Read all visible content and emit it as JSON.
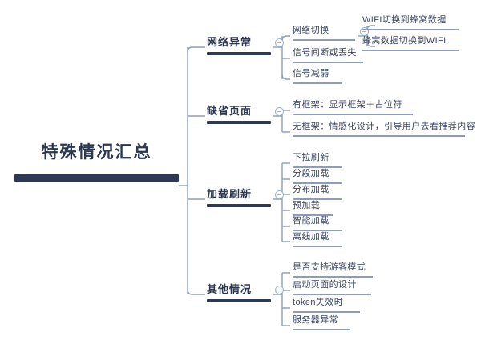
{
  "theme": {
    "background": "#ffffff",
    "root_color": "#2e3a55",
    "branch_color": "#2e3a55",
    "leaf_text_color": "#3a4560",
    "connector_color": "#8e9cba",
    "toggle_color": "#9fb2d4"
  },
  "mindmap": {
    "root": {
      "label": "特殊情况汇总",
      "toggle_icon": "collapse-minus-icon"
    },
    "branches": [
      {
        "label": "网络异常",
        "toggle_icon": "collapse-minus-icon",
        "children": [
          {
            "label": "网络切换",
            "toggle_icon": "collapse-minus-icon",
            "children": [
              {
                "label": "WIFI切换到蜂窝数据"
              },
              {
                "label": "蜂窝数据切换到WIFI"
              }
            ]
          },
          {
            "label": "信号间断或丢失"
          },
          {
            "label": "信号减弱"
          }
        ]
      },
      {
        "label": "缺省页面",
        "toggle_icon": "collapse-minus-icon",
        "children": [
          {
            "label": "有框架：显示框架＋占位符"
          },
          {
            "label": "无框架：情感化设计，引导用户去看推荐内容"
          }
        ]
      },
      {
        "label": "加载刷新",
        "toggle_icon": "collapse-minus-icon",
        "children": [
          {
            "label": "下拉刷新"
          },
          {
            "label": "分段加载"
          },
          {
            "label": "分布加载"
          },
          {
            "label": "预加载"
          },
          {
            "label": "智能加载"
          },
          {
            "label": "离线加载"
          }
        ]
      },
      {
        "label": "其他情况",
        "toggle_icon": "collapse-minus-icon",
        "children": [
          {
            "label": "是否支持游客模式"
          },
          {
            "label": "启动页面的设计"
          },
          {
            "label": "token失效时"
          },
          {
            "label": "服务器异常"
          }
        ]
      }
    ]
  }
}
